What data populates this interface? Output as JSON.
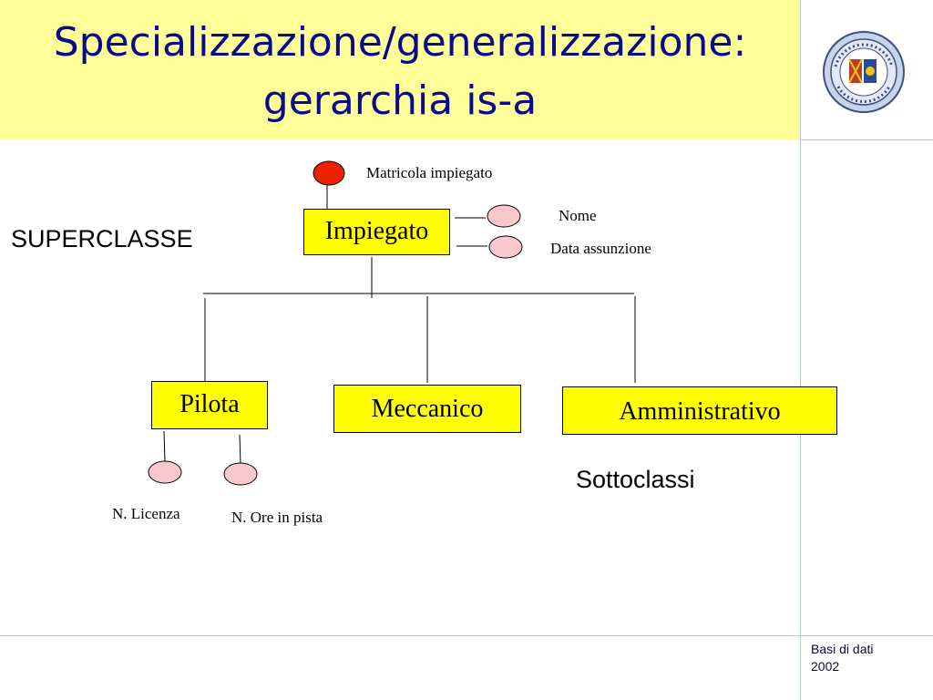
{
  "slide": {
    "title_line1": "Specializzazione/generalizzazione:",
    "title_line2": "gerarchia is-a",
    "footer_line1": "Basi di dati",
    "footer_line2": "2002",
    "logo_icon": "university-seal-icon"
  },
  "diagram": {
    "superclass_label": "SUPERCLASSE",
    "subclass_label": "Sottoclassi",
    "superclass": {
      "name": "Impiegato",
      "key_attribute": "Matricola impiegato",
      "attributes": [
        "Nome",
        "Data assunzione"
      ]
    },
    "subclasses": [
      {
        "name": "Pilota",
        "attributes": [
          "N. Licenza",
          "N. Ore in pista"
        ]
      },
      {
        "name": "Meccanico",
        "attributes": []
      },
      {
        "name": "Amministrativo",
        "attributes": []
      }
    ]
  },
  "colors": {
    "title_band": "#ffff99",
    "title_text": "#0a0a8c",
    "entity_fill": "#ffff00",
    "key_attribute_fill": "#ee2200",
    "attribute_fill": "#f8c8cc"
  }
}
